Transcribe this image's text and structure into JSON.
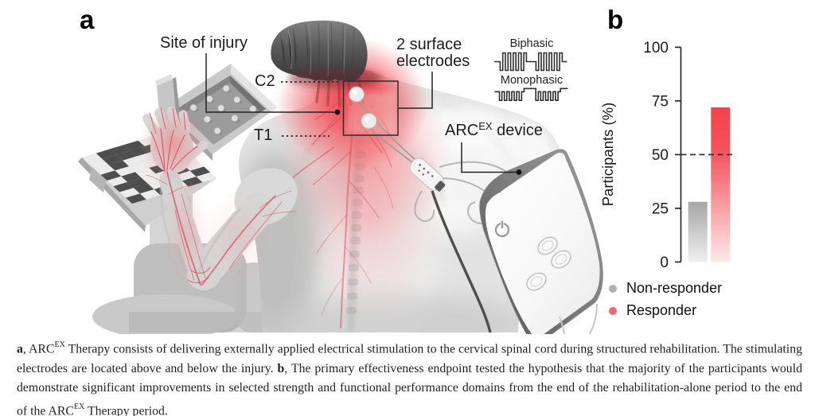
{
  "figure": {
    "panel_a_label": "a",
    "panel_b_label": "b"
  },
  "panel_a": {
    "annotations": {
      "site_of_injury": "Site of injury",
      "c2": "C2",
      "t1": "T1",
      "surface_electrodes": "2 surface electrodes",
      "device_name": "ARC",
      "device_sup": "EX",
      "device_word": " device",
      "biphasic": "Biphasic",
      "monophasic": "Monophasic"
    }
  },
  "chart_data": {
    "type": "bar",
    "categories": [
      "Non-responder",
      "Responder"
    ],
    "values": [
      28,
      72
    ],
    "title": "",
    "xlabel": "",
    "ylabel": "Participants (%)",
    "ylim": [
      0,
      100
    ],
    "yticks": [
      0,
      25,
      50,
      75,
      100
    ],
    "reference_line": 50,
    "legend": [
      {
        "label": "Non-responder",
        "color": "#b1b1b1"
      },
      {
        "label": "Responder",
        "color": "#f2686d"
      }
    ],
    "bar_colors": {
      "non_responder_top": "#a6a6a6",
      "non_responder_bottom": "#f0f0f0",
      "responder_top": "#f5414b",
      "responder_bottom": "#fce9e8"
    },
    "grid": false,
    "legend_position": "below"
  },
  "caption": {
    "lines": [
      {
        "segments": [
          {
            "t": "a",
            "b": 1
          },
          {
            "t": ", ARC"
          },
          {
            "t": "EX",
            "sup": 1
          },
          {
            "t": " Therapy consists of delivering externally applied electrical stimulation to the cervical spinal cord during structured rehabilitation. The stimulating"
          }
        ]
      },
      {
        "segments": [
          {
            "t": "electrodes are located above and below the injury. "
          },
          {
            "t": "b",
            "b": 1
          },
          {
            "t": ", The primary effectiveness endpoint tested the hypothesis that the majority of the participants would"
          }
        ]
      },
      {
        "segments": [
          {
            "t": "demonstrate significant improvements in selected strength and functional performance domains from the end of the rehabilitation-alone period to the end"
          }
        ]
      },
      {
        "segments": [
          {
            "t": "of the ARC"
          },
          {
            "t": "EX",
            "sup": 1
          },
          {
            "t": " Therapy period."
          }
        ]
      }
    ]
  }
}
